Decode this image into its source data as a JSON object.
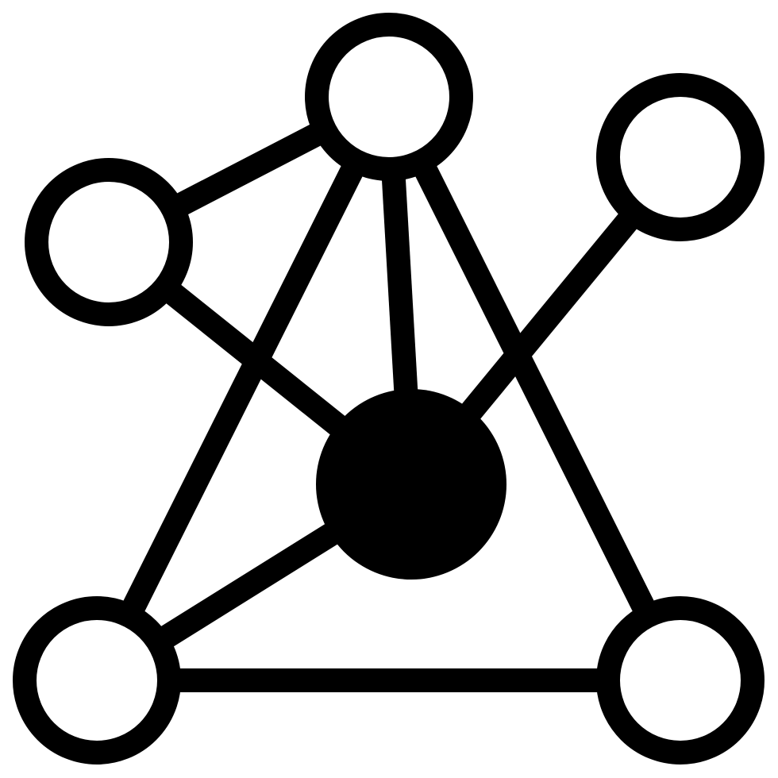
{
  "diagram": {
    "kind": "network-graph-icon",
    "colors": {
      "stroke": "#000000",
      "node_fill": "#ffffff",
      "hub_fill": "#000000",
      "background": "#ffffff"
    },
    "nodes": [
      {
        "id": "top",
        "filled": false
      },
      {
        "id": "left",
        "filled": false
      },
      {
        "id": "upper-right",
        "filled": false
      },
      {
        "id": "hub",
        "filled": true
      },
      {
        "id": "bottom-left",
        "filled": false
      },
      {
        "id": "bottom-right",
        "filled": false
      }
    ],
    "edges": [
      {
        "from": "top",
        "to": "left"
      },
      {
        "from": "top",
        "to": "hub"
      },
      {
        "from": "top",
        "to": "bottom-left"
      },
      {
        "from": "top",
        "to": "bottom-right"
      },
      {
        "from": "left",
        "to": "hub"
      },
      {
        "from": "upper-right",
        "to": "hub"
      },
      {
        "from": "hub",
        "to": "bottom-left"
      },
      {
        "from": "bottom-left",
        "to": "bottom-right"
      }
    ]
  }
}
